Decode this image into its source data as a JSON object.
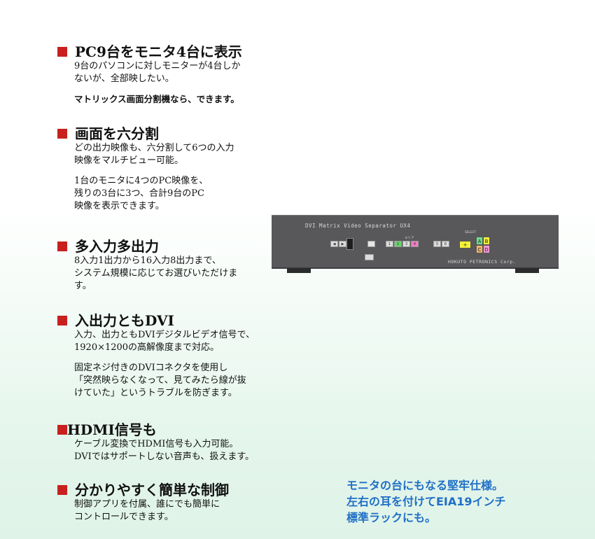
{
  "colors": {
    "bullet_red": "#c8201e",
    "caption_blue": "#1f6fc6",
    "device_grey": "#58585a"
  },
  "sections": [
    {
      "bullet": "■",
      "title": "PC9台をモニタ4台に表示",
      "paragraphs": [
        "9台のパソコンに対しモニターが4台しか\nないが、全部映したい。"
      ],
      "emphasis": "マトリックス画面分割機なら、できます。"
    },
    {
      "bullet": "■",
      "title": "画面を六分割",
      "paragraphs": [
        "どの出力映像も、六分割して6つの入力\n映像をマルチビュー可能。",
        "1台のモニタに4つのPC映像を、\n残りの3台に3つ、合計9台のPC\n映像を表示できます。"
      ]
    },
    {
      "bullet": "■",
      "title": "多入力多出力",
      "paragraphs": [
        "8入力1出力から16入力8出力まで、\nシステム規模に応じてお選びいただけま\nす。"
      ]
    },
    {
      "bullet": "■",
      "title": "入出力ともDVI",
      "paragraphs": [
        "入力、出力ともDVIデジタルビデオ信号で、\n1920×1200の高解像度まで対応。",
        "固定ネジ付きのDVIコネクタを使用し\n「突然映らなくなって、見てみたら線が抜\nけていた」というトラブルを防ぎます。"
      ]
    },
    {
      "bullet": "■",
      "title": "HDMI信号も",
      "paragraphs": [
        "ケーブル変換でHDMI信号も入力可能。\nDVIではサポートしない音声も、扱えます。"
      ]
    },
    {
      "bullet": "■",
      "title": "分かりやすく簡単な制御",
      "paragraphs": [
        "制御アプリを付属、誰にでも簡単に\nコントロールできます。"
      ]
    }
  ],
  "device": {
    "title": "DVI Matrix Video Separator UX4",
    "brand": "HOKUTO PETRONICS Corp.",
    "label_select": "SELECT",
    "label_area": "エリア",
    "keys_left": [
      "◀",
      "▶"
    ],
    "keys_mid": [
      "1",
      "2",
      "3",
      "4",
      "5",
      "6"
    ],
    "keys_right": [
      "+"
    ],
    "abcd": [
      "A",
      "B",
      "C",
      "D"
    ]
  },
  "caption": {
    "line1": "モニタの台にもなる堅牢仕様。",
    "line2": "左右の耳を付けてEIA19インチ",
    "line3": "標準ラックにも。"
  }
}
